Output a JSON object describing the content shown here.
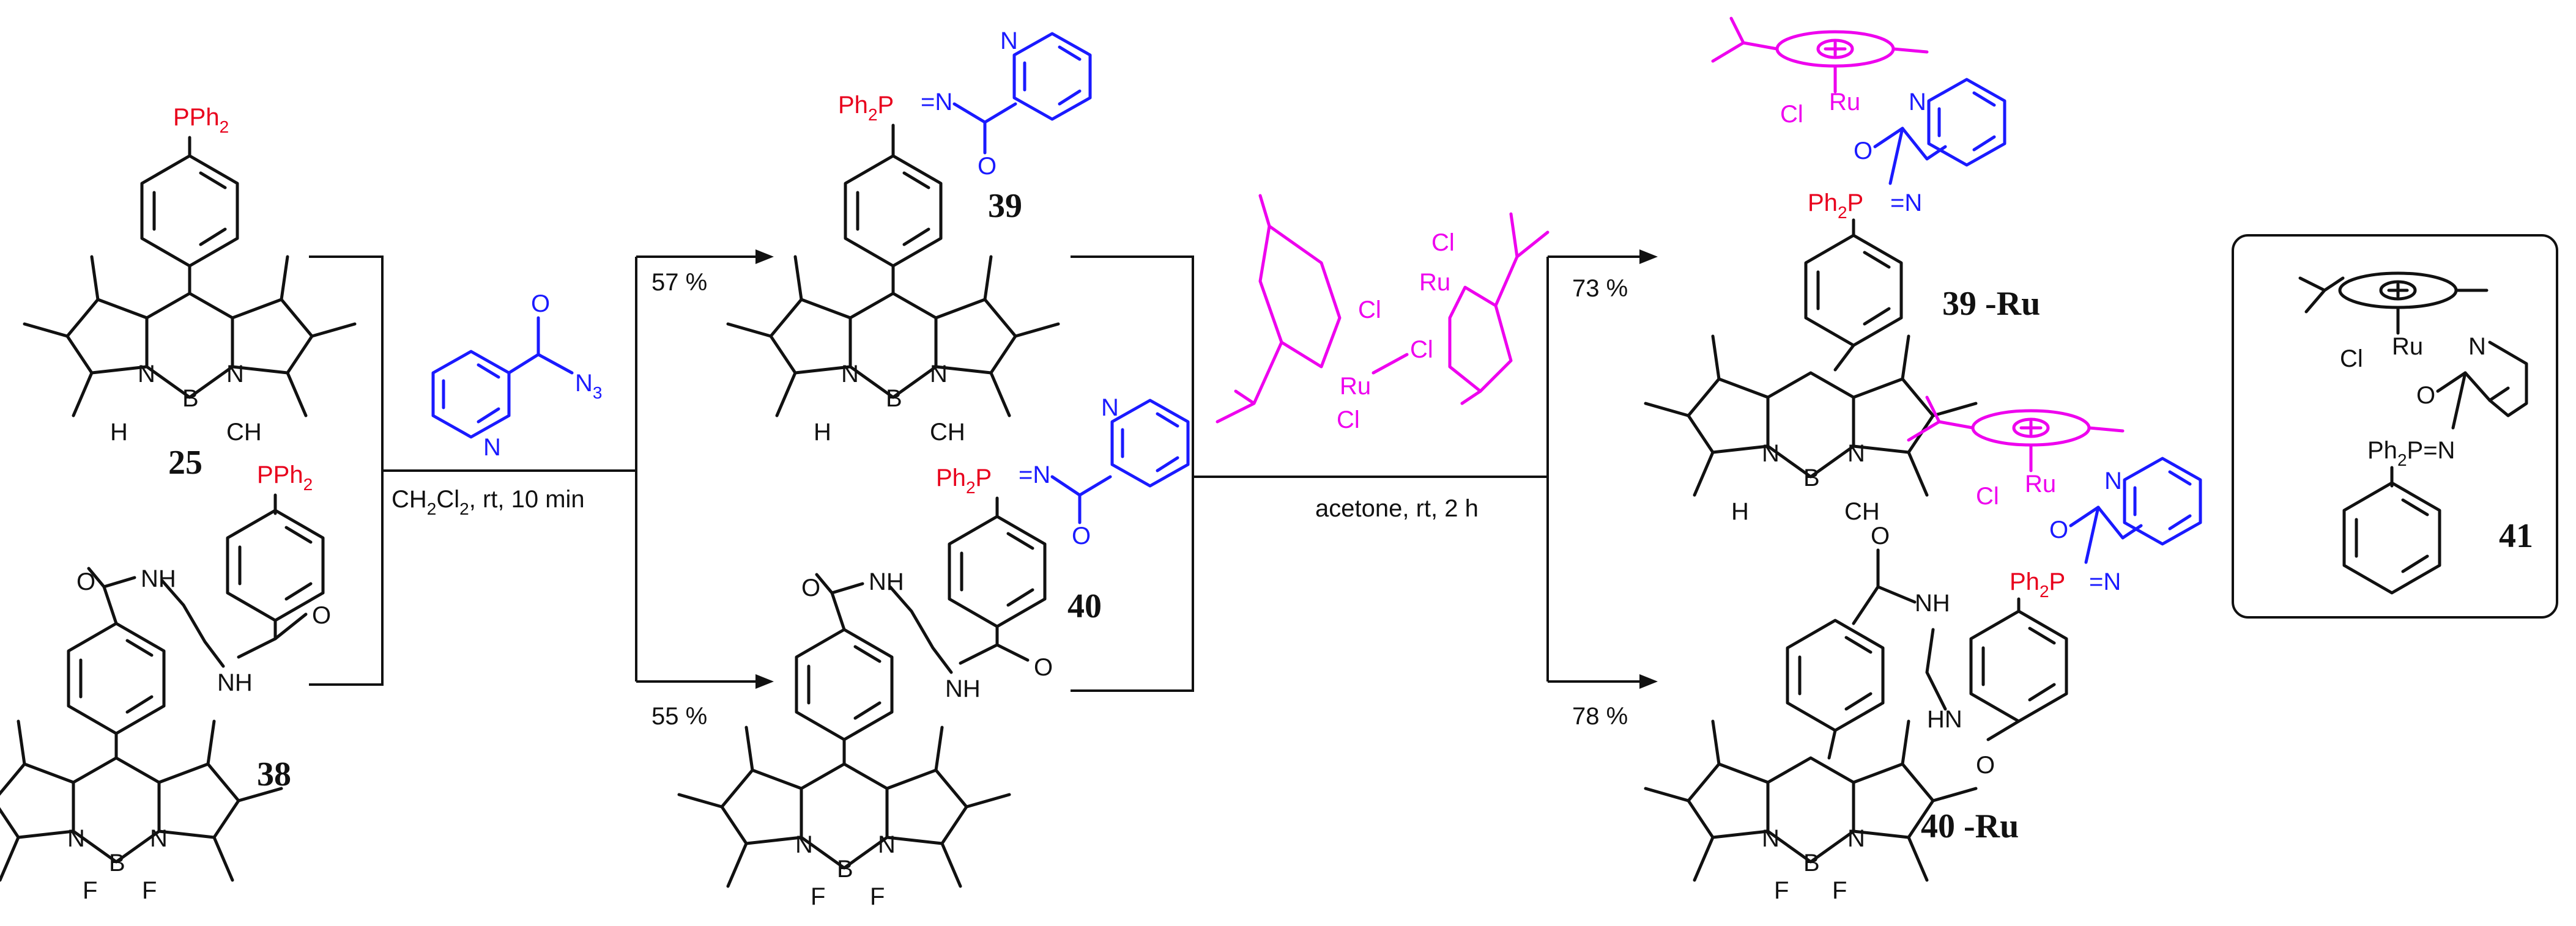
{
  "colors": {
    "black": "#111111",
    "red": "#e8001c",
    "blue": "#1a1aff",
    "magenta": "#ee00ee"
  },
  "labels": {
    "PPh2": "PPh",
    "Ph2P": "Ph",
    "N": "N",
    "B": "B",
    "F": "F",
    "O": "O",
    "Cl": "Cl",
    "Ru": "Ru",
    "H": "H",
    "N3": "N",
    "CH3": "CH",
    "H3C": "H",
    "NH": "NH",
    "HN": "HN",
    "sub2": "2",
    "sub3": "3",
    "P_eq_N": "P=N",
    "eq_N": "=N"
  },
  "compounds": {
    "c25": "25",
    "c38": "38",
    "c39": "39",
    "c40": "40",
    "c39Ru": "39 -Ru",
    "c40Ru": "40 -Ru",
    "c41": "41"
  },
  "conditions": {
    "step1": "CH",
    "step1_tail": "Cl",
    "step1_rest": ", rt, 10 min",
    "step2": "acetone, rt, 2 h"
  },
  "yields": {
    "y39": "57 %",
    "y40": "55 %",
    "y39Ru": "73 %",
    "y40Ru": "78 %"
  }
}
